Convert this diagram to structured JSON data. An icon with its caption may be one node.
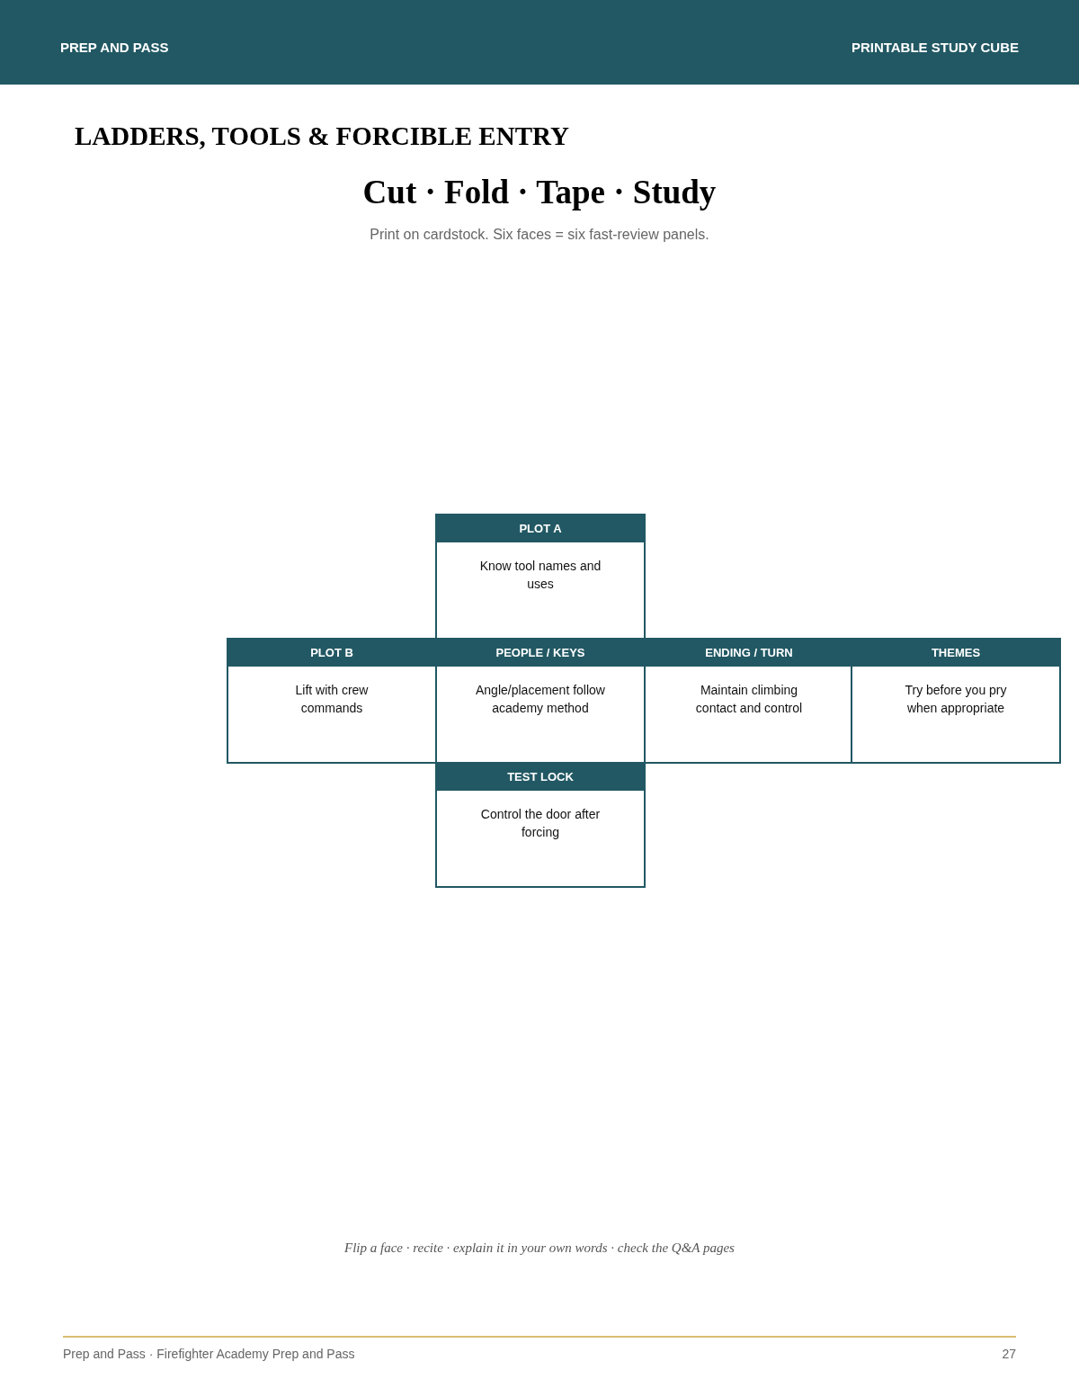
{
  "diagram": {
    "title": "Cut · Fold · Tape · Study",
    "nodes": [
      {
        "text": [
          "PLOT A",
          "Know tool names and uses"
        ]
      },
      {
        "text": [
          "PLOT B",
          "Lift with crew commands"
        ]
      },
      {
        "text": [
          "PEOPLE / KEYS",
          "Angle/placement follow academy method"
        ]
      },
      {
        "text": [
          "ENDING / TURN",
          "Maintain climbing contact and control"
        ]
      },
      {
        "text": [
          "THEMES",
          "Try before you pry when appropriate"
        ]
      },
      {
        "text": [
          "TEST LOCK",
          "Control the door after forcing"
        ]
      }
    ],
    "labels": [
      "PREP AND PASS",
      "PRINTABLE STUDY CUBE",
      "LADDERS, TOOLS & FORCIBLE ENTRY",
      "Print on cardstock. Six faces = six fast-review panels.",
      "Flip a face · recite · explain it in your own words · check the Q&A pages",
      "Prep and Pass · Firefighter Academy Prep and Pass",
      "27"
    ]
  }
}
